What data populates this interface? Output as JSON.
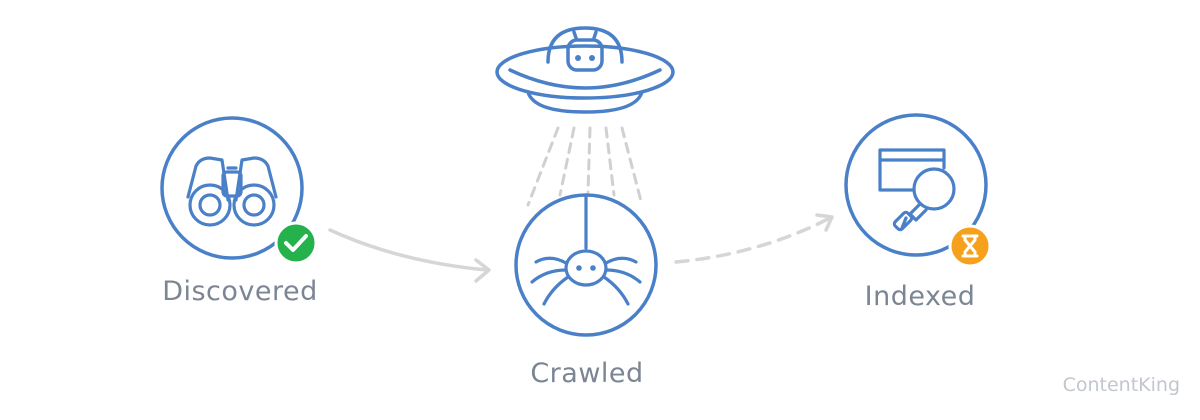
{
  "stages": [
    {
      "label": "Discovered",
      "status": "complete"
    },
    {
      "label": "Crawled",
      "status": "current"
    },
    {
      "label": "Indexed",
      "status": "pending"
    }
  ],
  "icons": {
    "discovered": "binoculars-icon",
    "crawled": "spider-icon",
    "crawler": "ufo-robot-icon",
    "indexed": "search-window-icon",
    "complete_badge": "checkmark-icon",
    "pending_badge": "hourglass-icon"
  },
  "brand": "ContentKing",
  "colors": {
    "stroke": "#4a80c8",
    "label": "#7c8594",
    "arrow": "#d6d6d6",
    "success": "#25b14b",
    "warning": "#f6a11c",
    "beam": "#d0d0d0",
    "brand": "#c2c7cf"
  }
}
